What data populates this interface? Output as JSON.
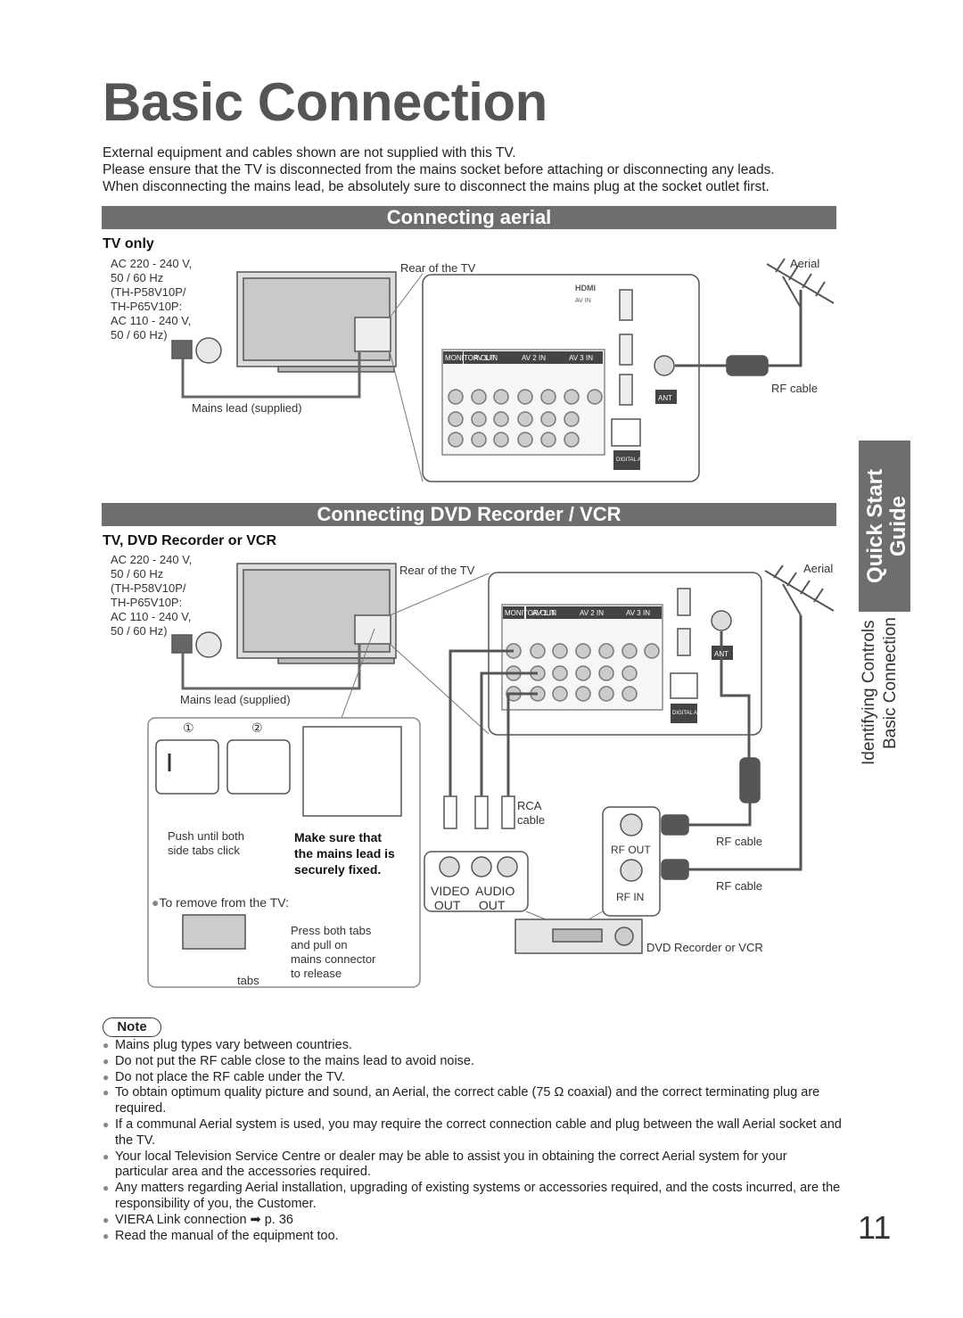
{
  "title": "Basic Connection",
  "intro": [
    "External equipment and cables shown are not supplied with this TV.",
    "Please ensure that the TV is disconnected from the mains socket before attaching or disconnecting any leads.",
    "When disconnecting the mains lead, be absolutely sure to disconnect the mains plug at the socket outlet first."
  ],
  "section1": {
    "heading": "Connecting aerial",
    "subheading": "TV only",
    "power_spec": "AC 220 - 240 V,\n50 / 60 Hz\n(TH-P58V10P/\nTH-P65V10P:\nAC 110 - 240 V,\n50 / 60 Hz)",
    "rear_label": "Rear of the TV",
    "aerial_label": "Aerial",
    "rf_cable_label": "RF cable",
    "mains_lead_label": "Mains lead (supplied)"
  },
  "section2": {
    "heading": "Connecting DVD Recorder / VCR",
    "subheading": "TV, DVD Recorder or VCR",
    "power_spec": "AC 220 - 240 V,\n50 / 60 Hz\n(TH-P58V10P/\nTH-P65V10P:\nAC 110 - 240 V,\n50 / 60 Hz)",
    "rear_label": "Rear of the TV",
    "aerial_label": "Aerial",
    "mains_lead_label": "Mains lead (supplied)",
    "step1_marker": "①",
    "step2_marker": "②",
    "push_text": "Push until both\nside tabs click",
    "make_sure_text": "Make sure that\nthe mains lead is\nsecurely fixed.",
    "remove_text": "To remove from the TV:",
    "press_text": "Press both tabs\nand pull on\nmains connector\nto release",
    "tabs_label": "tabs",
    "rca_label": "RCA\ncable",
    "video_out_label": "VIDEO\n OUT",
    "audio_out_label": "AUDIO\n OUT",
    "rf_out_label": "RF OUT",
    "rf_in_label": "RF IN",
    "rf_cable_label_1": "RF cable",
    "rf_cable_label_2": "RF cable",
    "dvd_label": "DVD Recorder or VCR"
  },
  "panel_labels": {
    "hdmi": "HDMI",
    "av_in": "AV IN",
    "monitor_out": "MONITOR OUT",
    "av1": "AV 1  IN",
    "av2": "AV 2  IN",
    "av3": "AV 3  IN",
    "ant": "ANT",
    "digital_audio_out": "DIGITAL AUDIO OUT"
  },
  "side_tab": {
    "quick_start": "Quick Start",
    "guide": "Guide",
    "identifying": "Identifying Controls",
    "basic": "Basic Connection"
  },
  "note": {
    "label": "Note",
    "items": [
      "Mains plug types vary between countries.",
      "Do not put the RF cable close to the mains lead to avoid noise.",
      "Do not place the RF cable under the TV.",
      "To obtain optimum quality picture and sound, an Aerial, the correct cable (75 Ω coaxial) and the correct terminating plug are required.",
      "If a communal Aerial system is used, you may require the correct connection cable and plug between the wall Aerial socket and the TV.",
      "Your local Television Service Centre or dealer may be able to assist you in obtaining the correct Aerial system for your particular area and the accessories required.",
      "Any matters regarding Aerial installation, upgrading of existing systems or accessories required, and the costs incurred, are the responsibility of you, the Customer.",
      "VIERA Link connection ➡ p. 36",
      "Read the manual of the equipment too."
    ]
  },
  "page_number": "11",
  "colors": {
    "bar": "#6e6e6e",
    "title": "#555555",
    "line": "#555555"
  }
}
